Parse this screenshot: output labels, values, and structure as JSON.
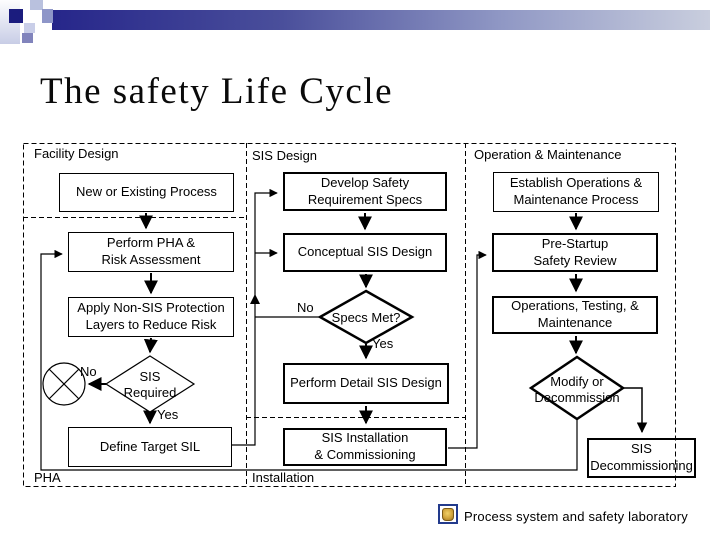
{
  "title": "The safety Life Cycle",
  "colors": {
    "accent_navy": "#1b1c7e",
    "header_bar_start": "#26268a",
    "header_bar_end": "#c9cede",
    "line_color": "#000000",
    "background": "#ffffff"
  },
  "diagram": {
    "sections": {
      "facility_design": "Facility Design",
      "sis_design": "SIS Design",
      "operation_maintenance": "Operation & Maintenance",
      "pha": "PHA",
      "installation": "Installation"
    },
    "nodes": {
      "new_process": "New or Existing Process",
      "perform_pha": "Perform PHA &\nRisk Assessment",
      "apply_non_sis": "Apply Non-SIS Protection\nLayers to Reduce Risk",
      "define_target_sil": "Define Target SIL",
      "develop_specs": "Develop Safety\nRequirement Specs",
      "conceptual_design": "Conceptual SIS Design",
      "perform_detail": "Perform Detail SIS Design",
      "sis_installation": "SIS Installation\n& Commissioning",
      "establish_ops": "Establish Operations &\nMaintenance Process",
      "pre_startup": "Pre-Startup\nSafety Review",
      "ops_testing": "Operations, Testing, &\nMaintenance",
      "sis_decommissioning": "SIS\nDecommissioning"
    },
    "decisions": {
      "sis_required": "SIS\nRequired",
      "specs_met": "Specs Met?",
      "modify_decommission": "Modify or\nDecommission"
    },
    "edge_labels": {
      "sis_required_no": "No",
      "sis_required_yes": "Yes",
      "specs_met_no": "No",
      "specs_met_yes": "Yes"
    }
  },
  "footer": {
    "lab_name": "Process system and safety laboratory",
    "logo": "lab-emblem-icon"
  }
}
